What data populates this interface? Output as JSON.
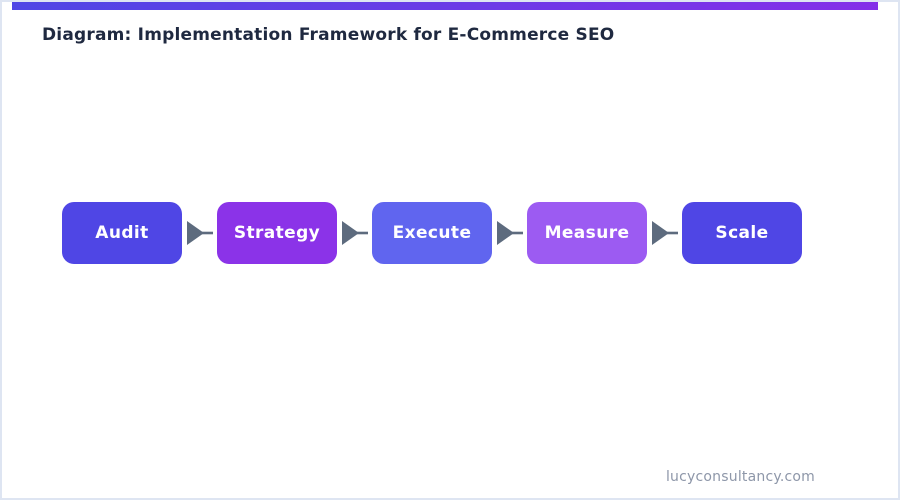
{
  "page": {
    "title": "Diagram: Implementation Framework for E-Commerce SEO",
    "footer": "lucyconsultancy.com"
  },
  "colors": {
    "accent_bar_start": "#4f46e5",
    "accent_bar_end": "#8430e8",
    "title_text": "#1f2940",
    "arrow": "#5d6b7e",
    "footer_text": "#8e97a9",
    "page_border": "#dee5f2",
    "step_text": "#ffffff"
  },
  "diagram": {
    "type": "flow",
    "direction": "left-to-right",
    "steps": [
      {
        "label": "Audit",
        "color": "#4f46e5"
      },
      {
        "label": "Strategy",
        "color": "#8b33e8"
      },
      {
        "label": "Execute",
        "color": "#6065ef"
      },
      {
        "label": "Measure",
        "color": "#9c5bf2"
      },
      {
        "label": "Scale",
        "color": "#4f46e5"
      }
    ]
  }
}
